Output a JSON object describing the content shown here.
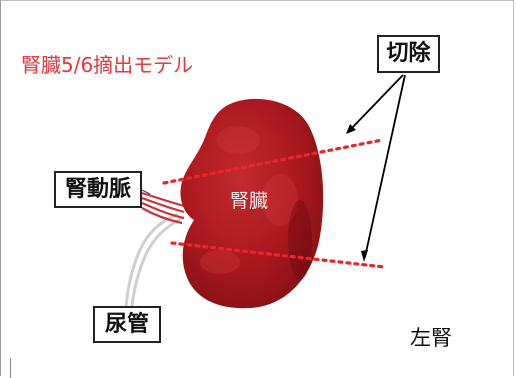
{
  "figure": {
    "title": "腎臓5/6摘出モデル",
    "labels": {
      "cut": "切除",
      "renal_artery": "腎動脈",
      "kidney": "腎臓",
      "ureter": "尿管",
      "side": "左腎"
    }
  },
  "colors": {
    "title_red": "#e0393f",
    "kidney_red": "#b01c22",
    "cut_line_red": "#e8262e",
    "vessel_red": "#c9343a",
    "ureter_gray": "#c8c8c8"
  }
}
